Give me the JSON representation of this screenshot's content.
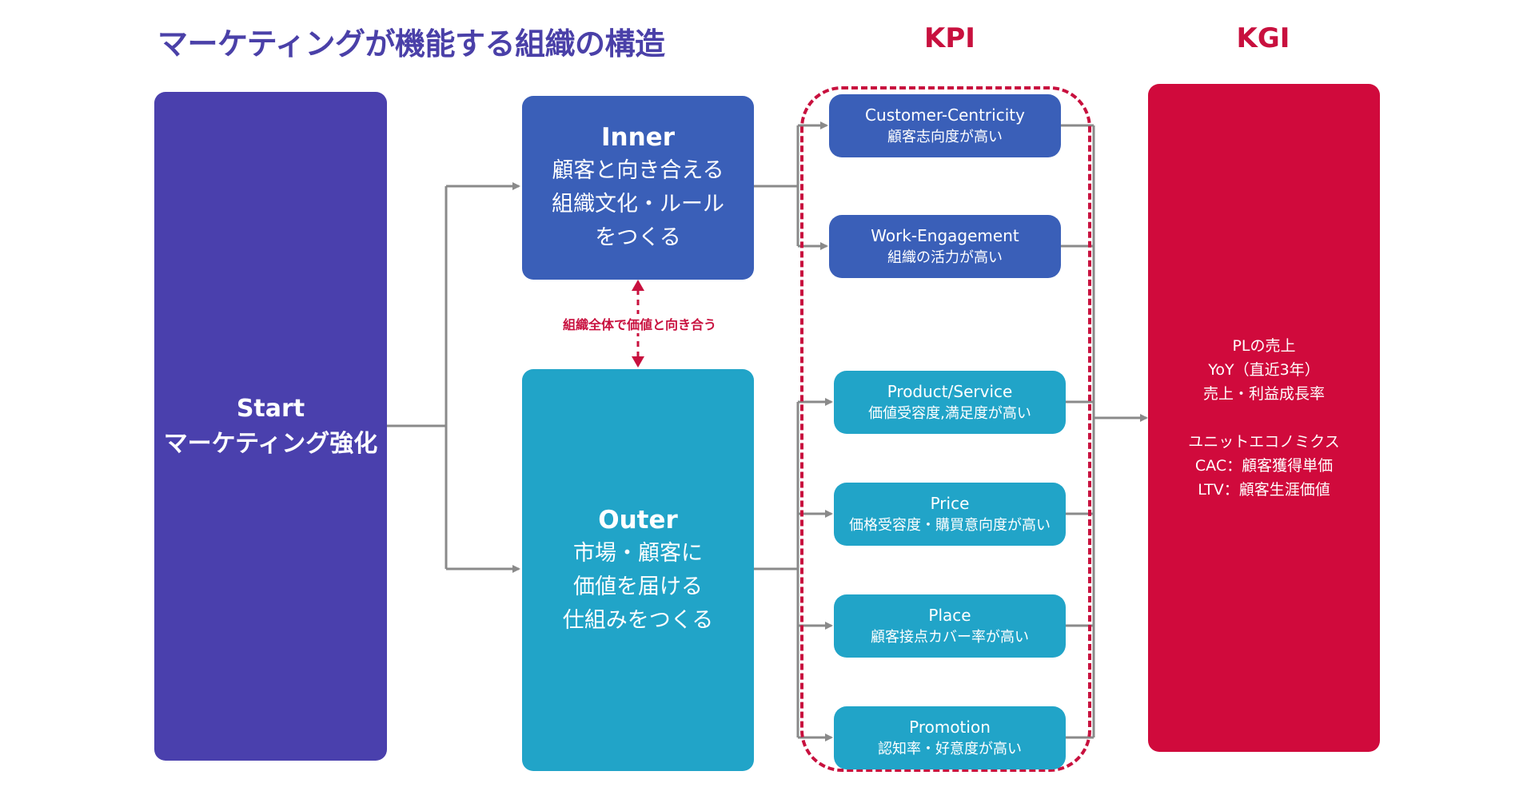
{
  "title": "マーケティングが機能する組織の構造",
  "headers": {
    "kpi": "KPI",
    "kgi": "KGI"
  },
  "start": {
    "lines": [
      "Start",
      "マーケティング強化"
    ]
  },
  "inner": {
    "heading": "Inner",
    "lines": [
      "顧客と向き合える",
      "組織文化・ルール",
      "をつくる"
    ]
  },
  "outer": {
    "heading": "Outer",
    "lines": [
      "市場・顧客に",
      "価値を届ける",
      "仕組みをつくる"
    ]
  },
  "bridge_label": "組織全体で価値と向き合う",
  "kpis": [
    {
      "en": "Customer-Centricity",
      "jp": "顧客志向度が高い"
    },
    {
      "en": "Work-Engagement",
      "jp": "組織の活力が高い"
    },
    {
      "en": "Product/Service",
      "jp": "価値受容度,満足度が高い"
    },
    {
      "en": "Price",
      "jp": "価格受容度・購買意向度が高い"
    },
    {
      "en": "Place",
      "jp": "顧客接点カバー率が高い"
    },
    {
      "en": "Promotion",
      "jp": "認知率・好意度が高い"
    }
  ],
  "kgi": {
    "lines": [
      "PLの売上",
      "YoY（直近3年）",
      "売上・利益成長率"
    ],
    "lines2": [
      "ユニットエコノミクス",
      "CAC：顧客獲得単価",
      "LTV：顧客生涯価値"
    ]
  },
  "colors": {
    "title": "#4a40a8",
    "accent_red": "#c8103e",
    "start": "#4a40ad",
    "inner": "#3a5fb8",
    "outer": "#21a4c8",
    "kgi": "#d00a3c",
    "arrow": "#8a8a8a"
  }
}
